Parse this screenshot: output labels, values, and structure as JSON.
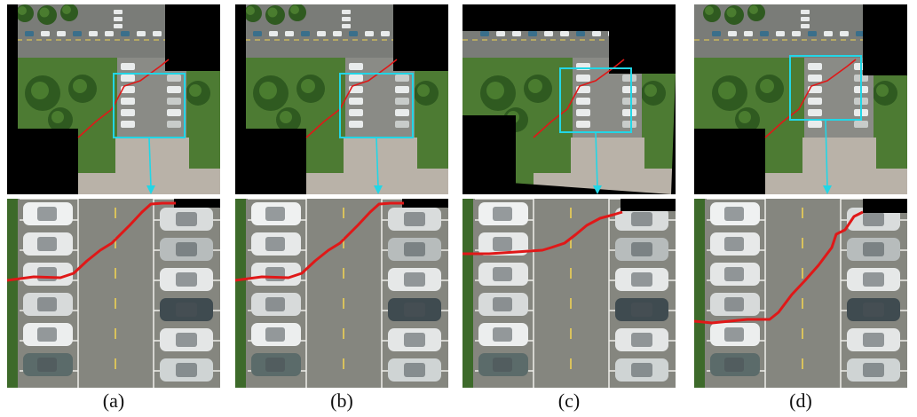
{
  "figure": {
    "panels": [
      {
        "label": "(a)"
      },
      {
        "label": "(b)"
      },
      {
        "label": "(c)"
      },
      {
        "label": "(d)"
      }
    ]
  },
  "colors": {
    "trajectory": "#e01818",
    "roi_box": "#22d6e6",
    "grass": "#3f6e2a",
    "road": "#7a7c78",
    "pavement": "#b9b2a8",
    "mask": "#000000"
  }
}
